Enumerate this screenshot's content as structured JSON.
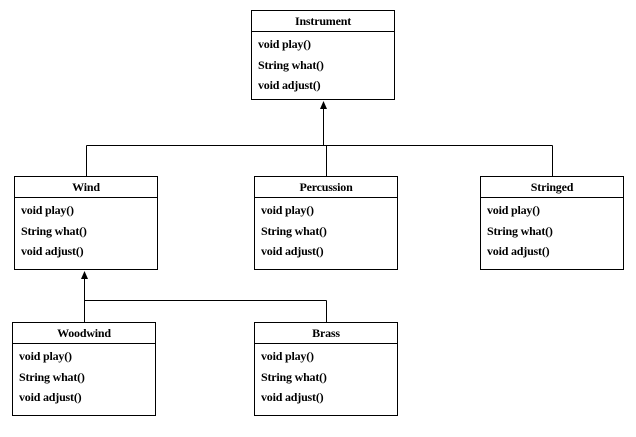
{
  "classes": [
    {
      "id": "instrument",
      "name": "Instrument",
      "methods": [
        "void play()",
        "String what()",
        "void adjust()"
      ]
    },
    {
      "id": "wind",
      "name": "Wind",
      "methods": [
        "void play()",
        "String what()",
        "void adjust()"
      ]
    },
    {
      "id": "percussion",
      "name": "Percussion",
      "methods": [
        "void play()",
        "String what()",
        "void adjust()"
      ]
    },
    {
      "id": "stringed",
      "name": "Stringed",
      "methods": [
        "void play()",
        "String what()",
        "void adjust()"
      ]
    },
    {
      "id": "woodwind",
      "name": "Woodwind",
      "methods": [
        "void play()",
        "String what()",
        "void adjust()"
      ]
    },
    {
      "id": "brass",
      "name": "Brass",
      "methods": [
        "void play()",
        "String what()",
        "void adjust()"
      ]
    }
  ],
  "inheritance": [
    {
      "parent": "instrument",
      "children": [
        "wind",
        "percussion",
        "stringed"
      ]
    },
    {
      "parent": "wind",
      "children": [
        "woodwind",
        "brass"
      ]
    }
  ],
  "colors": {
    "line": "#000000",
    "background": "#ffffff",
    "text": "#000000"
  }
}
